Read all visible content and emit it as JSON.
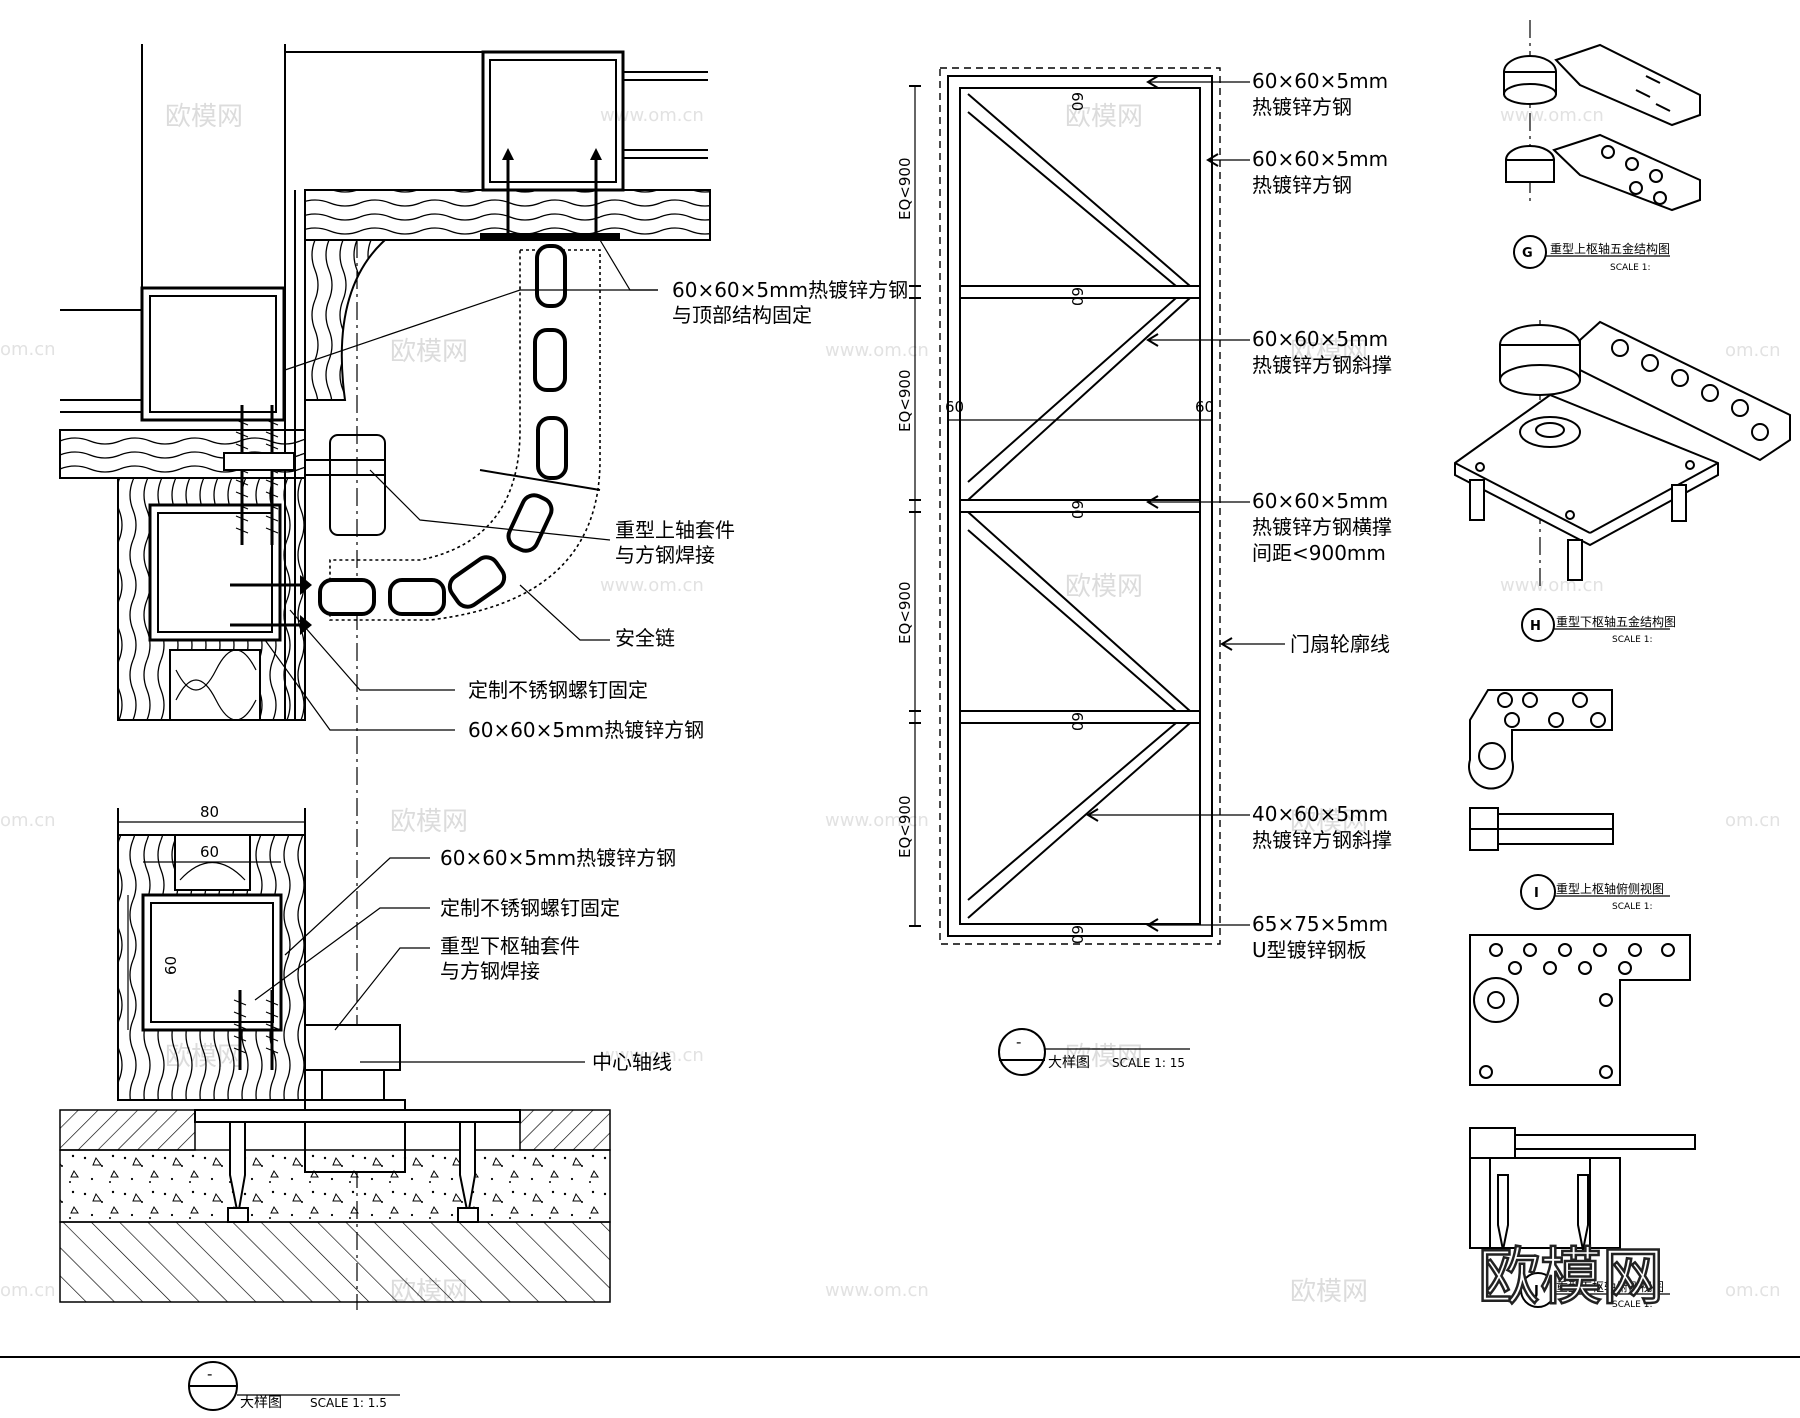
{
  "watermark": {
    "brand": "欧模网",
    "url": "www.om.cn",
    "url_short": "om.cn",
    "corner_logo": "欧模网"
  },
  "detail_left": {
    "callouts": [
      "60×60×5mm热镀锌方钢",
      "与顶部结构固定",
      "重型上轴套件",
      "与方钢焊接",
      "安全链",
      "定制不锈钢螺钉固定",
      "60×60×5mm热镀锌方钢"
    ],
    "lower_callouts": [
      "60×60×5mm热镀锌方钢",
      "定制不锈钢螺钉固定",
      "重型下枢轴套件",
      "与方钢焊接",
      "中心轴线"
    ],
    "dims": [
      "80",
      "60",
      "60"
    ],
    "title_symbol": "-",
    "title": "大样图",
    "scale": "SCALE  1:  1.5"
  },
  "detail_frame": {
    "callouts": [
      {
        "line1": "60×60×5mm",
        "line2": "热镀锌方钢"
      },
      {
        "line1": "60×60×5mm",
        "line2": "热镀锌方钢"
      },
      {
        "line1": "60×60×5mm",
        "line2": "热镀锌方钢斜撑"
      },
      {
        "line1": "60×60×5mm",
        "line2": "热镀锌方钢横撑",
        "line3": "间距<900mm"
      },
      {
        "line1": "门扇轮廓线"
      },
      {
        "line1": "40×60×5mm",
        "line2": "热镀锌方钢斜撑"
      },
      {
        "line1": "65×75×5mm",
        "line2": "U型镀锌钢板"
      }
    ],
    "dims_vertical": [
      "EQ<900",
      "EQ<900",
      "EQ<900",
      "EQ<900"
    ],
    "dims_member": [
      "60",
      "60",
      "60",
      "60",
      "60",
      "60",
      "60"
    ],
    "title_symbol": "-",
    "title": "大样图",
    "scale": "SCALE  1:  15"
  },
  "detail_hardware": [
    {
      "symbol": "G",
      "title": "重型上枢轴五金结构图",
      "scale": "SCALE  1:"
    },
    {
      "symbol": "H",
      "title": "重型下枢轴五金结构图",
      "scale": "SCALE  1:"
    },
    {
      "symbol": "I",
      "title": "重型上枢轴俯侧视图",
      "scale": "SCALE  1:"
    },
    {
      "symbol": "J",
      "title": "重型下枢轴俯侧视图",
      "scale": "SCALE  1:"
    }
  ]
}
